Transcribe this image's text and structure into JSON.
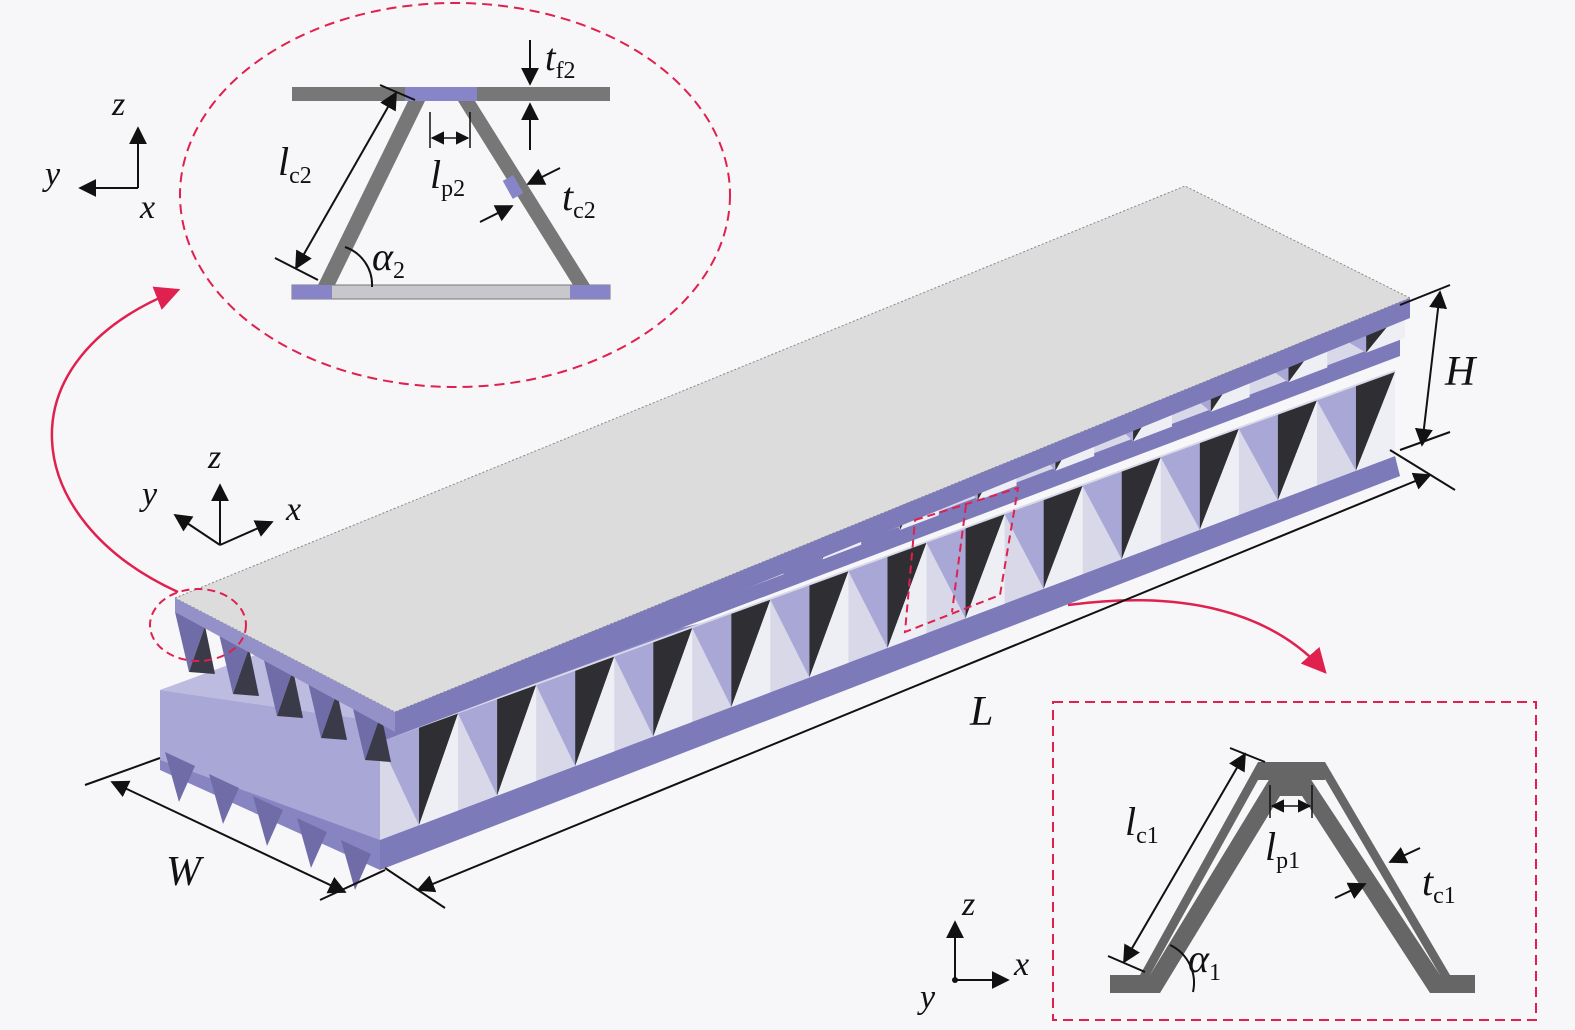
{
  "labels": {
    "L": "L",
    "W": "W",
    "H": "H",
    "tf2_main": "t",
    "tf2_sub": "f2",
    "lc2_main": "l",
    "lc2_sub": "c2",
    "lp2_main": "l",
    "lp2_sub": "p2",
    "tc2_main": "t",
    "tc2_sub": "c2",
    "alpha2_main": "α",
    "alpha2_sub": "2",
    "lc1_main": "l",
    "lc1_sub": "c1",
    "lp1_main": "l",
    "lp1_sub": "p1",
    "tc1_main": "t",
    "tc1_sub": "c1",
    "alpha1_main": "α",
    "alpha1_sub": "1"
  },
  "axes": {
    "top_left": {
      "z": "z",
      "y": "y",
      "x": "x"
    },
    "middle": {
      "z": "z",
      "y": "y",
      "x": "x"
    },
    "bottom_right": {
      "z": "z",
      "y": "y",
      "x": "x"
    }
  },
  "colors": {
    "core": "#a9a7d6",
    "core_dark": "#6f6ca8",
    "core_shadow": "#2e2e33",
    "face": "#dcdcdc",
    "callout": "#e0204f",
    "profile_gray": "#6a6a6a"
  }
}
